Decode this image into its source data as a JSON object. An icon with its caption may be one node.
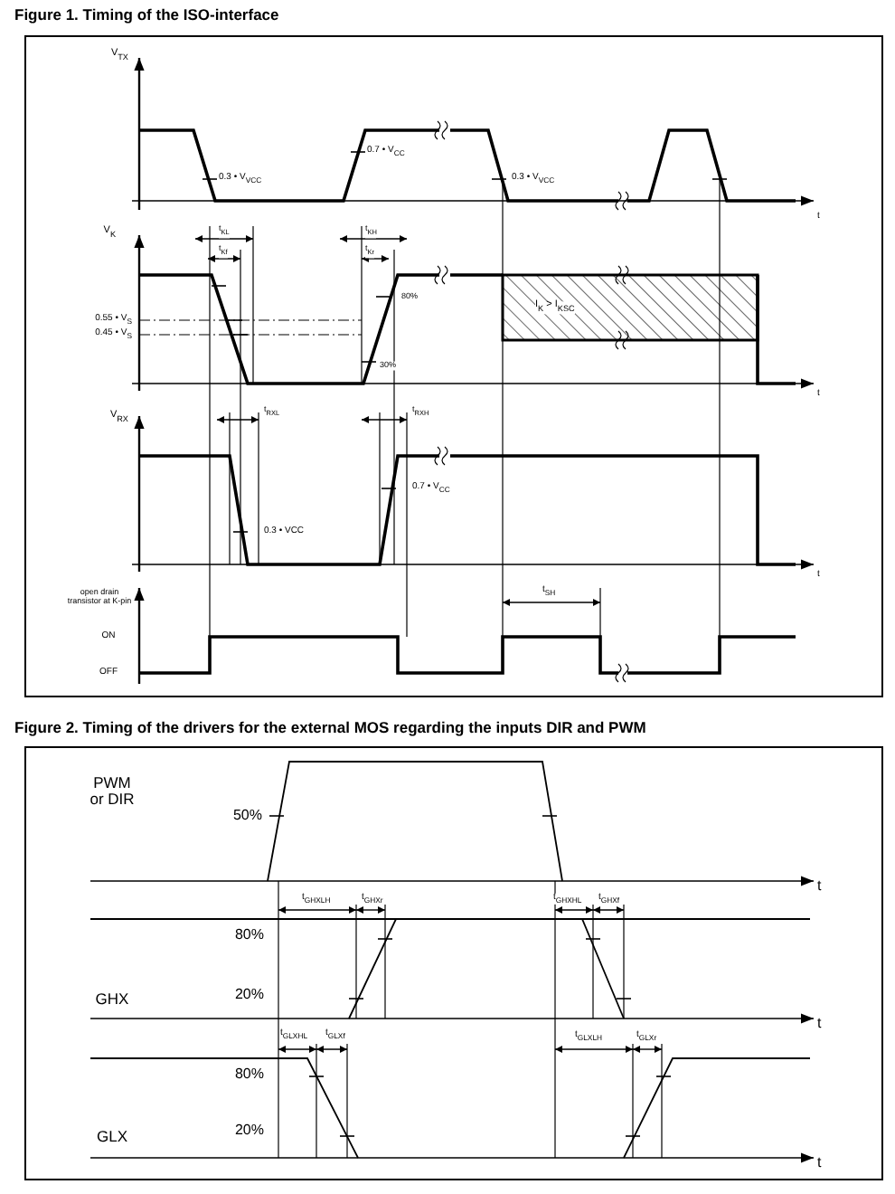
{
  "diagram": {
    "labels": [
      "Figure 1. Timing of the ISO-interface",
      "V$_{TX}$",
      "0.3 • V$_{VCC}$",
      "0.7 • V$_{CC}$",
      "0.3 • V$_{VCC}$",
      "t",
      "V$_{K}$",
      "t$_{KL}$",
      "t$_{Kf}$",
      "t$_{KH}$",
      "t$_{Kr}$",
      "80%",
      "0.55 • V$_{S}$",
      "0.45 • V$_{S}$",
      "I$_{K}$ > I$_{KSC}$",
      "30%",
      "t",
      "V$_{RX}$",
      "t$_{RXL}$",
      "t$_{RXH}$",
      "0.7 • V$_{CC}$",
      "0.3 • VCC",
      "t",
      "open drain transistor at K-pin",
      "t$_{SH}$",
      "ON",
      "OFF",
      "Figure 2. Timing of the drivers for the external MOS regarding the inputs DIR and PWM",
      "PWM or DIR",
      "50%",
      "t",
      "t$_{GHXLH}$",
      "t$_{GHXr}$",
      "t$_{GHXHL}$",
      "t$_{GHXf}$",
      "80%",
      "GHX",
      "20%",
      "t",
      "t$_{GLXHL}$",
      "t$_{GLXf}$",
      "t$_{GLXLH}$",
      "t$_{GLXr}$",
      "80%",
      "GLX",
      "20%",
      "t"
    ]
  }
}
